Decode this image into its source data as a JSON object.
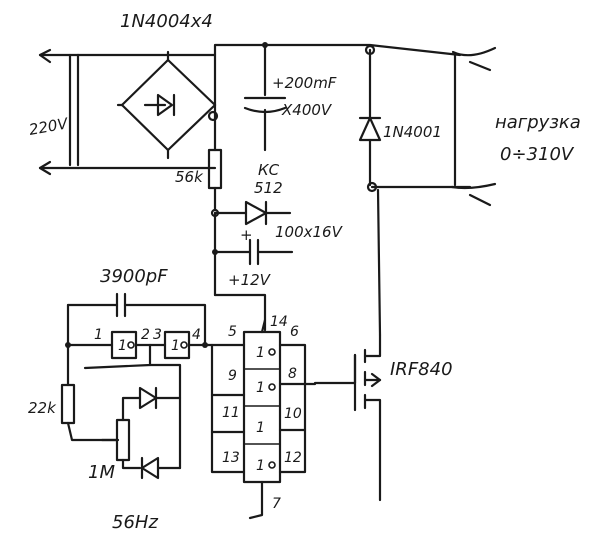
{
  "labels": {
    "bridge": "1N4004x4",
    "mains": "220V",
    "cap_main_value": "+200mF",
    "cap_main_voltage": "X400V",
    "diode_load": "1N4001",
    "load_title": "нагрузка",
    "load_range": "0÷310V",
    "r_56k": "56k",
    "zener_title": "КС",
    "zener_code": "512",
    "cap_small": "100x16V",
    "cap_small_plus": "+",
    "supply": "+12V",
    "cap_3900": "3900pF",
    "r_22k": "22k",
    "pot_1m": "1M",
    "freq": "56Hz",
    "mosfet": "IRF840",
    "plus_sign": "+"
  },
  "gates": {
    "g1": "1",
    "g2": "1",
    "buf1": "1",
    "buf2": "1",
    "buf3": "1",
    "buf4": "1"
  },
  "pins": {
    "p1": "1",
    "p2": "2",
    "p3": "3",
    "p4": "4",
    "p5": "5",
    "p6": "6",
    "p7": "7",
    "p8": "8",
    "p9": "9",
    "p10": "10",
    "p11": "11",
    "p12": "12",
    "p13": "13",
    "p14": "14"
  }
}
